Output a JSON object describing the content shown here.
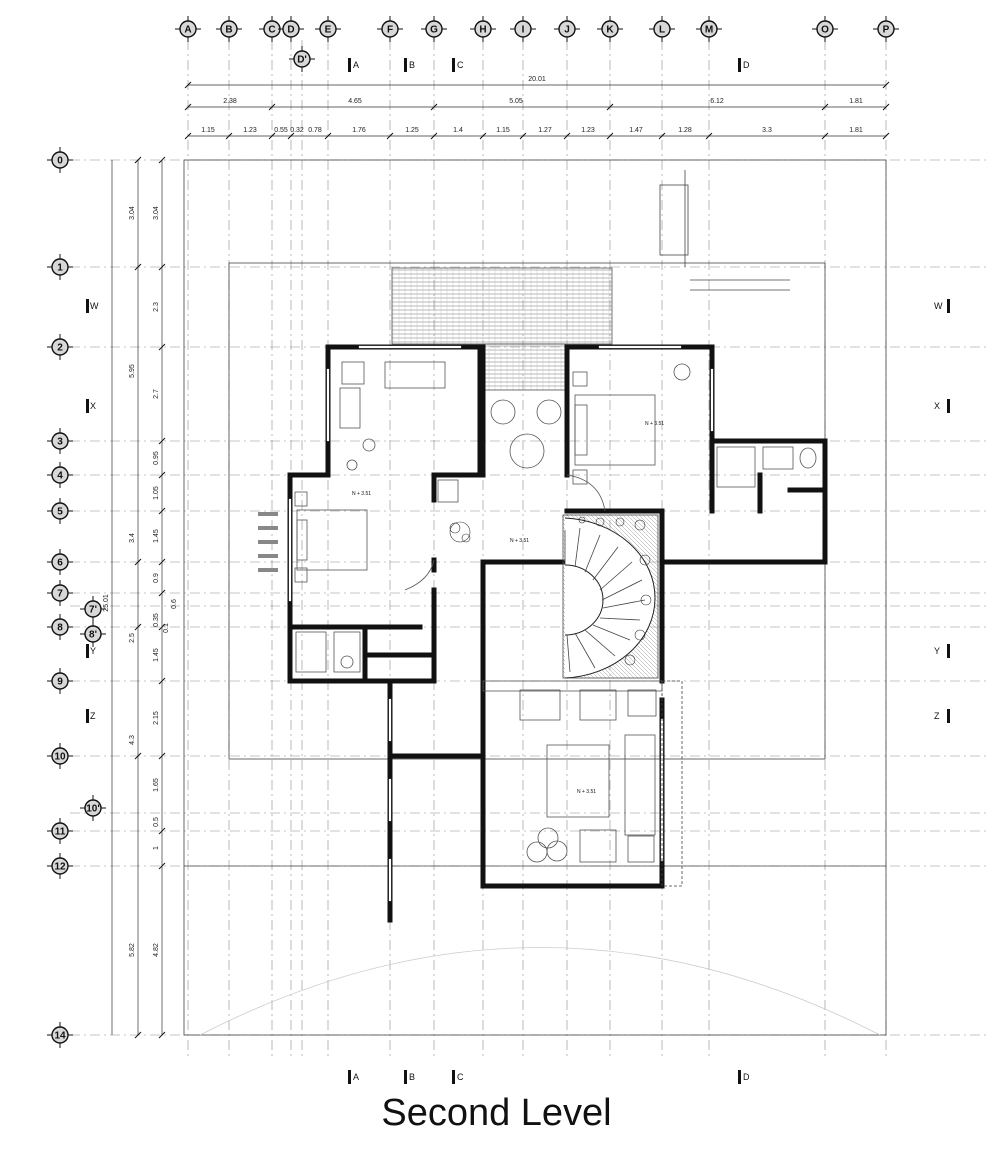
{
  "title": "Second Level",
  "column_axes": [
    "A",
    "B",
    "C",
    "D",
    "E",
    "F",
    "G",
    "H",
    "I",
    "J",
    "K",
    "L",
    "M",
    "O",
    "P"
  ],
  "column_axis_extra": "D'",
  "row_axes": [
    "0",
    "1",
    "2",
    "3",
    "4",
    "5",
    "6",
    "7",
    "8",
    "9",
    "10",
    "11",
    "12",
    "14"
  ],
  "row_axis_extras": [
    "7'",
    "8'",
    "10'"
  ],
  "section_marks_vertical": [
    "A",
    "B",
    "C",
    "D"
  ],
  "section_marks_horizontal": [
    "W",
    "X",
    "Y",
    "Z"
  ],
  "top_dimensions": {
    "overall": "20.01",
    "segments": [
      "2.38",
      "4.65",
      "5.05",
      "6.12",
      "1.81"
    ],
    "sub_segments": [
      "1.15",
      "1.23",
      "0.55",
      "0.32",
      "0.78",
      "1.76",
      "1.25",
      "1.4",
      "1.15",
      "1.27",
      "1.23",
      "1.47",
      "1.28",
      "3.3",
      "1.81"
    ]
  },
  "left_dimensions": {
    "overall": "25.01",
    "outer": [
      "3.04",
      "5.95",
      "3.4",
      "2.5",
      "4.3",
      "5.82"
    ],
    "inner": [
      "3.04",
      "2.3",
      "2.7",
      "0.95",
      "1.05",
      "1.45",
      "0.9",
      "0.35",
      "0.1",
      "0.6",
      "1.45",
      "2.15",
      "1.65",
      "0.5",
      "1",
      "4.82"
    ]
  },
  "level_labels": [
    "N + 3.51",
    "N + 3.51",
    "N + 3.51",
    "N + 3.51"
  ]
}
